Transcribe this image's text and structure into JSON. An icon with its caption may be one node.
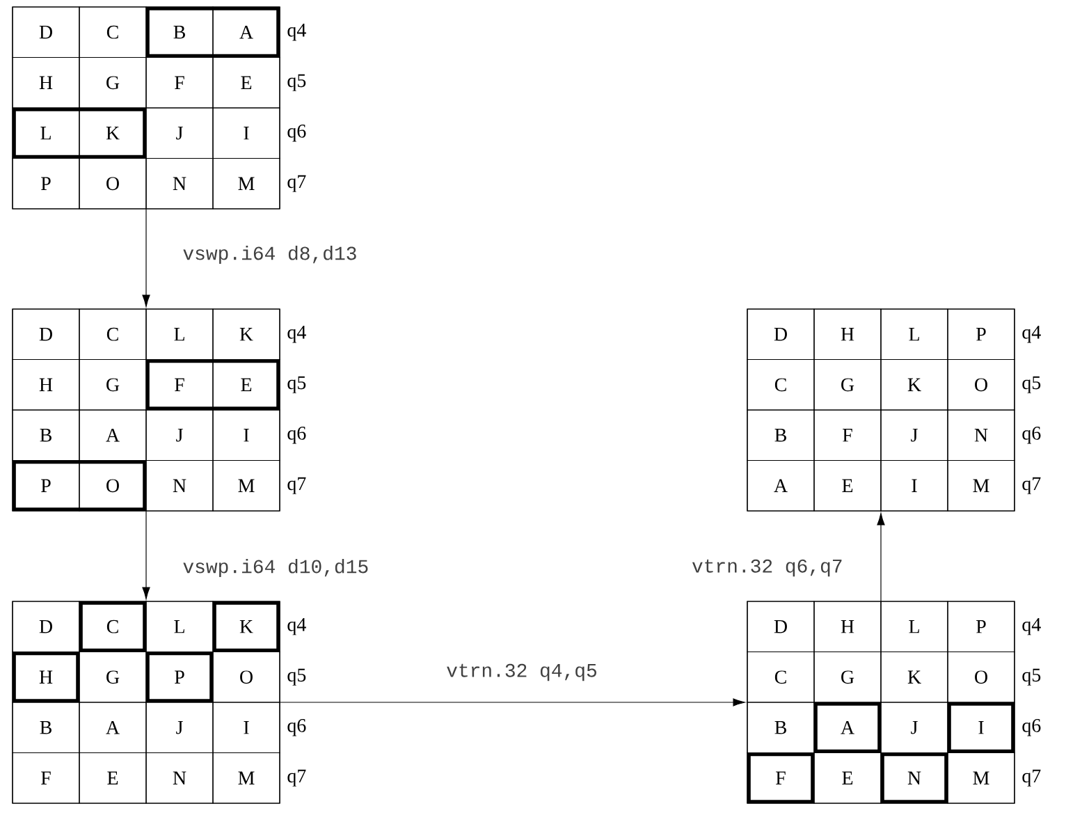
{
  "diagram": {
    "nodes": [
      {
        "text": [],
        "shape": "box",
        "beside": [
          "q4",
          "q5",
          "q6",
          "q7"
        ]
      },
      {
        "text": [
          "D"
        ],
        "in": 0
      },
      {
        "text": [
          "C"
        ],
        "in": 0
      },
      {
        "text": [],
        "shape": "box",
        "in": 0
      },
      {
        "text": [
          "B"
        ],
        "in": 3
      },
      {
        "text": [
          "A"
        ],
        "in": 3
      },
      {
        "text": [
          "H"
        ],
        "in": 0
      },
      {
        "text": [
          "G"
        ],
        "in": 0
      },
      {
        "text": [
          "F"
        ],
        "in": 0
      },
      {
        "text": [
          "E"
        ],
        "in": 0
      },
      {
        "text": [],
        "shape": "box",
        "in": 0
      },
      {
        "text": [
          "L"
        ],
        "in": 10
      },
      {
        "text": [
          "K"
        ],
        "in": 10
      },
      {
        "text": [
          "J"
        ],
        "in": 0
      },
      {
        "text": [
          "I"
        ],
        "in": 0
      },
      {
        "text": [
          "P"
        ],
        "in": 0
      },
      {
        "text": [
          "O"
        ],
        "in": 0
      },
      {
        "text": [
          "N"
        ],
        "in": 0
      },
      {
        "text": [
          "M"
        ],
        "in": 0
      },
      {
        "text": [],
        "shape": "box",
        "beside": [
          "q4",
          "q5",
          "q6",
          "q7"
        ]
      },
      {
        "text": [
          "D"
        ],
        "in": 19
      },
      {
        "text": [
          "C"
        ],
        "in": 19
      },
      {
        "text": [
          "L"
        ],
        "in": 19
      },
      {
        "text": [
          "K"
        ],
        "in": 19
      },
      {
        "text": [
          "H"
        ],
        "in": 19
      },
      {
        "text": [
          "G"
        ],
        "in": 19
      },
      {
        "text": [],
        "shape": "box",
        "in": 19
      },
      {
        "text": [
          "F"
        ],
        "in": 26
      },
      {
        "text": [
          "E"
        ],
        "in": 26
      },
      {
        "text": [
          "B"
        ],
        "in": 19
      },
      {
        "text": [
          "A"
        ],
        "in": 19
      },
      {
        "text": [
          "J"
        ],
        "in": 19
      },
      {
        "text": [
          "I"
        ],
        "in": 19
      },
      {
        "text": [],
        "shape": "box",
        "in": 19
      },
      {
        "text": [
          "P"
        ],
        "in": 33
      },
      {
        "text": [
          "O"
        ],
        "in": 33
      },
      {
        "text": [
          "N"
        ],
        "in": 19
      },
      {
        "text": [
          "M"
        ],
        "in": 19
      },
      {
        "text": [],
        "shape": "box",
        "beside": [
          "q4",
          "q5",
          "q6",
          "q7"
        ]
      },
      {
        "text": [
          "D"
        ],
        "in": 38
      },
      {
        "text": [
          "H"
        ],
        "in": 38
      },
      {
        "text": [
          "L"
        ],
        "in": 38
      },
      {
        "text": [
          "P"
        ],
        "in": 38
      },
      {
        "text": [
          "C"
        ],
        "in": 38
      },
      {
        "text": [
          "G"
        ],
        "in": 38
      },
      {
        "text": [
          "K"
        ],
        "in": 38
      },
      {
        "text": [
          "O"
        ],
        "in": 38
      },
      {
        "text": [
          "B"
        ],
        "in": 38
      },
      {
        "text": [
          "F"
        ],
        "in": 38
      },
      {
        "text": [
          "J"
        ],
        "in": 38
      },
      {
        "text": [
          "N"
        ],
        "in": 38
      },
      {
        "text": [
          "A"
        ],
        "in": 38
      },
      {
        "text": [
          "E"
        ],
        "in": 38
      },
      {
        "text": [
          "I"
        ],
        "in": 38
      },
      {
        "text": [
          "M"
        ],
        "in": 38
      },
      {
        "text": [],
        "shape": "box",
        "beside": [
          "q4",
          "q5",
          "q6",
          "q7"
        ]
      },
      {
        "text": [
          "D"
        ],
        "in": 55
      },
      {
        "text": [],
        "shape": "box",
        "in": 55
      },
      {
        "text": [
          "C"
        ],
        "in": 57
      },
      {
        "text": [
          "L"
        ],
        "in": 55
      },
      {
        "text": [],
        "shape": "box",
        "in": 55
      },
      {
        "text": [
          "K"
        ],
        "in": 60
      },
      {
        "text": [],
        "shape": "box",
        "in": 55
      },
      {
        "text": [
          "H"
        ],
        "in": 62
      },
      {
        "text": [
          "G"
        ],
        "in": 55
      },
      {
        "text": [],
        "shape": "box",
        "in": 55
      },
      {
        "text": [
          "P"
        ],
        "in": 65
      },
      {
        "text": [
          "O"
        ],
        "in": 55
      },
      {
        "text": [
          "B"
        ],
        "in": 55
      },
      {
        "text": [
          "A"
        ],
        "in": 55
      },
      {
        "text": [
          "J"
        ],
        "in": 55
      },
      {
        "text": [
          "I"
        ],
        "in": 55
      },
      {
        "text": [
          "F"
        ],
        "in": 55
      },
      {
        "text": [
          "E"
        ],
        "in": 55
      },
      {
        "text": [
          "N"
        ],
        "in": 55
      },
      {
        "text": [
          "M"
        ],
        "in": 55
      },
      {
        "text": [],
        "shape": "box",
        "beside": [
          "q4",
          "q5",
          "q6",
          "q7"
        ]
      },
      {
        "text": [
          "D"
        ],
        "in": 76
      },
      {
        "text": [
          "H"
        ],
        "in": 76
      },
      {
        "text": [
          "L"
        ],
        "in": 76
      },
      {
        "text": [
          "P"
        ],
        "in": 76
      },
      {
        "text": [
          "C"
        ],
        "in": 76
      },
      {
        "text": [
          "G"
        ],
        "in": 76
      },
      {
        "text": [
          "K"
        ],
        "in": 76
      },
      {
        "text": [
          "O"
        ],
        "in": 76
      },
      {
        "text": [
          "B"
        ],
        "in": 76
      },
      {
        "text": [],
        "shape": "box",
        "in": 76
      },
      {
        "text": [
          "A"
        ],
        "in": 86
      },
      {
        "text": [
          "J"
        ],
        "in": 76
      },
      {
        "text": [],
        "shape": "box",
        "in": 76
      },
      {
        "text": [
          "I"
        ],
        "in": 89
      },
      {
        "text": [],
        "shape": "box",
        "in": 76
      },
      {
        "text": [
          "F"
        ],
        "in": 91
      },
      {
        "text": [
          "E"
        ],
        "in": 76
      },
      {
        "text": [],
        "shape": "box",
        "in": 76
      },
      {
        "text": [
          "N"
        ],
        "in": 94
      },
      {
        "text": [
          "M"
        ],
        "in": 76
      }
    ],
    "edges": [
      {
        "from": 0,
        "to": 19,
        "arrow": "to",
        "label": "vswp.i64 d8,d13"
      },
      {
        "from": 19,
        "to": 55,
        "arrow": "to",
        "label": "vswp.i64 d10,d15"
      },
      {
        "from": 55,
        "to": 76,
        "arrow": "to",
        "label": "vtrn.32 q4,q5"
      },
      {
        "from": 76,
        "to": 38,
        "arrow": "to",
        "label": "vtrn.32 q6,q7"
      }
    ]
  }
}
